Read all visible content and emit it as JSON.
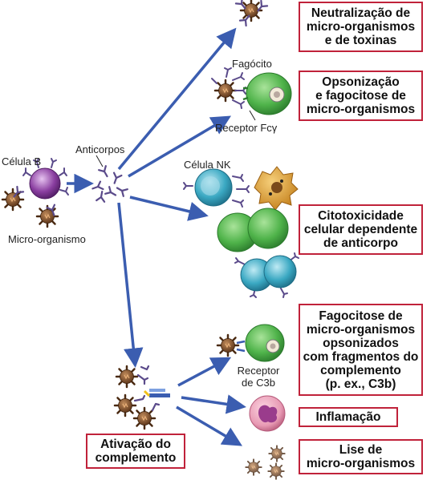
{
  "outcomes": {
    "neutralization": [
      "Neutralização de",
      "micro-organismos",
      "e de toxinas"
    ],
    "opsonization": [
      "Opsonização",
      "e fagocitose de",
      "micro-organismos"
    ],
    "adcc": [
      "Citotoxicidade",
      "celular dependente",
      "de anticorpo"
    ],
    "complement_phagocytosis": [
      "Fagocitose de",
      "micro-organismos",
      "opsonizados",
      "com fragmentos do",
      "complemento",
      "(p. ex., C3b)"
    ],
    "inflammation": [
      "Inflamação"
    ],
    "lysis": [
      "Lise de",
      "micro-organismos"
    ],
    "complement_activation": [
      "Ativação do",
      "complemento"
    ]
  },
  "labels": {
    "b_cell": "Célula B",
    "microorganism": "Micro-organismo",
    "antibodies": "Anticorpos",
    "phagocyte": "Fagócito",
    "fc_receptor": "Receptor Fcγ",
    "nk_cell": "Célula NK",
    "c3b_receptor": [
      "Receptor",
      "de C3b"
    ]
  },
  "colors": {
    "box_border": "#c0223a",
    "arrow": "#3b5db0",
    "b_cell": "#8a3ea0",
    "phagocyte": "#4fb34a",
    "nk_cell": "#3aa8c2",
    "microbe": "#6e4526",
    "infected_cell": "#d79a2a",
    "antibody": "#5a4a8a",
    "neutrophil": "#e07a9a"
  }
}
